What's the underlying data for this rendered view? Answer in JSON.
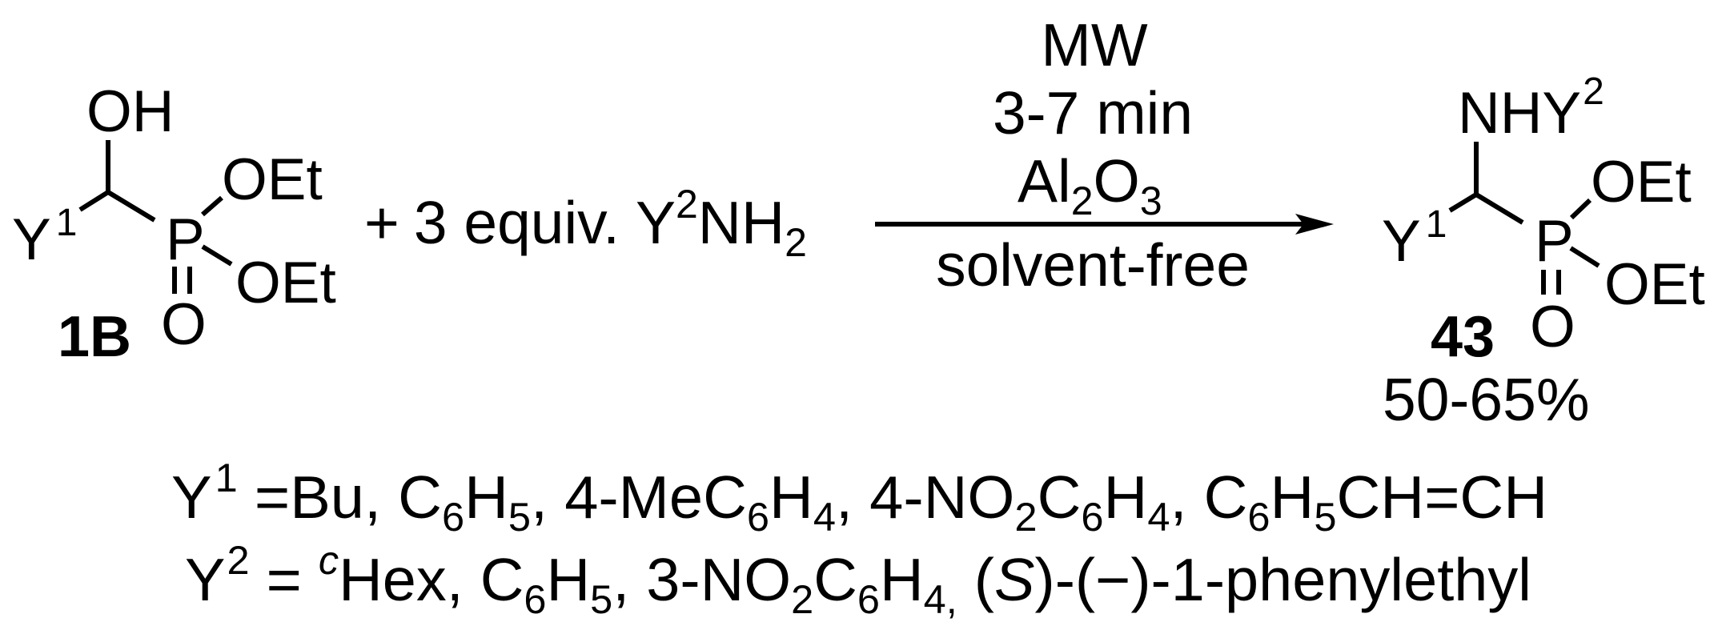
{
  "scheme": {
    "reactant": {
      "compound_label": "1B",
      "top_group": "OH",
      "substituent": "Y",
      "substituent_sup": "1",
      "center_atom": "P",
      "ester_upper": "OEt",
      "ester_lower": "OEt",
      "oxo": "O"
    },
    "reagent": {
      "plus": "+",
      "amount": "3 equiv.",
      "amine_base": "Y",
      "amine_sup": "2",
      "amine_rest": "NH",
      "amine_sub": "2"
    },
    "conditions": {
      "line1": "MW",
      "line2": "3-7 min",
      "line3_a": "Al",
      "line3_sub1": "2",
      "line3_b": "O",
      "line3_sub2": "3",
      "below": "solvent-free"
    },
    "product": {
      "compound_label": "43",
      "yield": "50-65%",
      "top_group": "NHY",
      "top_group_sup": "2",
      "substituent": "Y",
      "substituent_sup": "1",
      "center_atom": "P",
      "ester_upper": "OEt",
      "ester_lower": "OEt",
      "oxo": "O"
    },
    "definitions": {
      "y1": {
        "symbol": "Y",
        "sup": "1",
        "parts": [
          {
            "t": " =Bu, C"
          },
          {
            "sub": "6"
          },
          {
            "t": "H"
          },
          {
            "sub": "5"
          },
          {
            "t": ", 4-MeC"
          },
          {
            "sub": "6"
          },
          {
            "t": "H"
          },
          {
            "sub": "4"
          },
          {
            "t": ", 4-NO"
          },
          {
            "sub": "2"
          },
          {
            "t": "C"
          },
          {
            "sub": "6"
          },
          {
            "t": "H"
          },
          {
            "sub": "4"
          },
          {
            "t": ", C"
          },
          {
            "sub": "6"
          },
          {
            "t": "H"
          },
          {
            "sub": "5"
          },
          {
            "t": "CH=CH"
          }
        ],
        "text": "Y1 =Bu, C6H5, 4-MeC6H4, 4-NO2C6H4, C6H5CH=CH"
      },
      "y2": {
        "symbol": "Y",
        "sup": "2",
        "parts": [
          {
            "t": " = "
          },
          {
            "sup_italic": "c"
          },
          {
            "t": "Hex, C"
          },
          {
            "sub": "6"
          },
          {
            "t": "H"
          },
          {
            "sub": "5"
          },
          {
            "t": ", 3-NO"
          },
          {
            "sub": "2"
          },
          {
            "t": "C"
          },
          {
            "sub": "6"
          },
          {
            "t": "H"
          },
          {
            "sub": "4,"
          },
          {
            "t": " ("
          },
          {
            "italic": "S"
          },
          {
            "t": ")-(−)-1-phenylethyl"
          }
        ],
        "text": "Y2 = cHex, C6H5, 3-NO2C6H4, (S)-(-)-1-phenylethyl"
      }
    }
  }
}
